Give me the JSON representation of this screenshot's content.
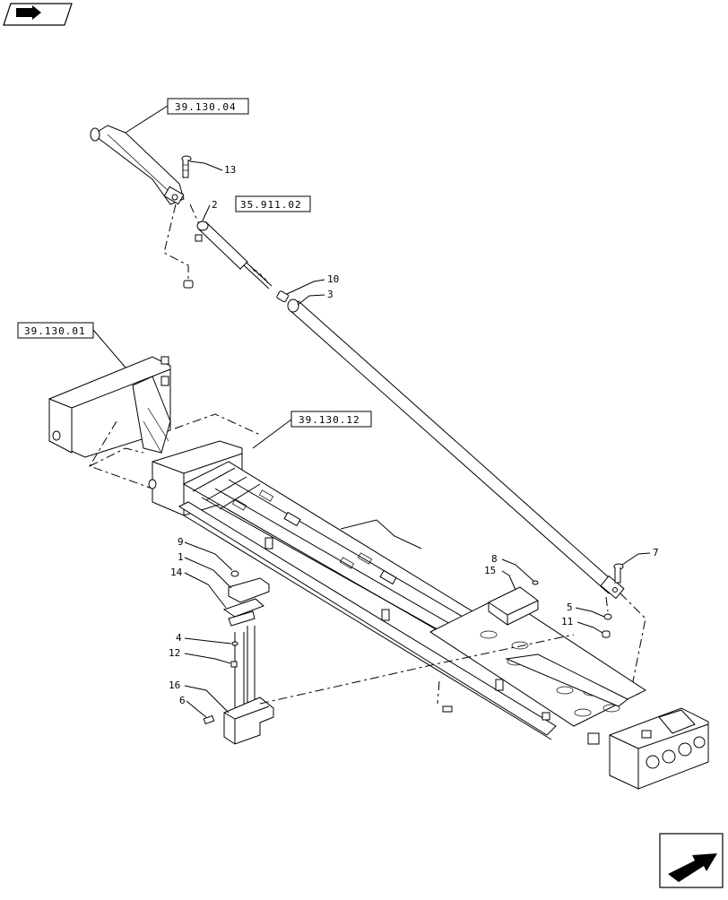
{
  "references": [
    {
      "id": "ref-39-130-04",
      "label": "39.130.04"
    },
    {
      "id": "ref-35-911-02",
      "label": "35.911.02"
    },
    {
      "id": "ref-39-130-01",
      "label": "39.130.01"
    },
    {
      "id": "ref-39-130-12",
      "label": "39.130.12"
    }
  ],
  "callouts": [
    "13",
    "2",
    "10",
    "3",
    "7",
    "8",
    "15",
    "5",
    "11",
    "9",
    "1",
    "14",
    "4",
    "12",
    "16",
    "6"
  ],
  "icons": {
    "top_left": "previous-page-icon",
    "bottom_right": "next-page-icon"
  }
}
